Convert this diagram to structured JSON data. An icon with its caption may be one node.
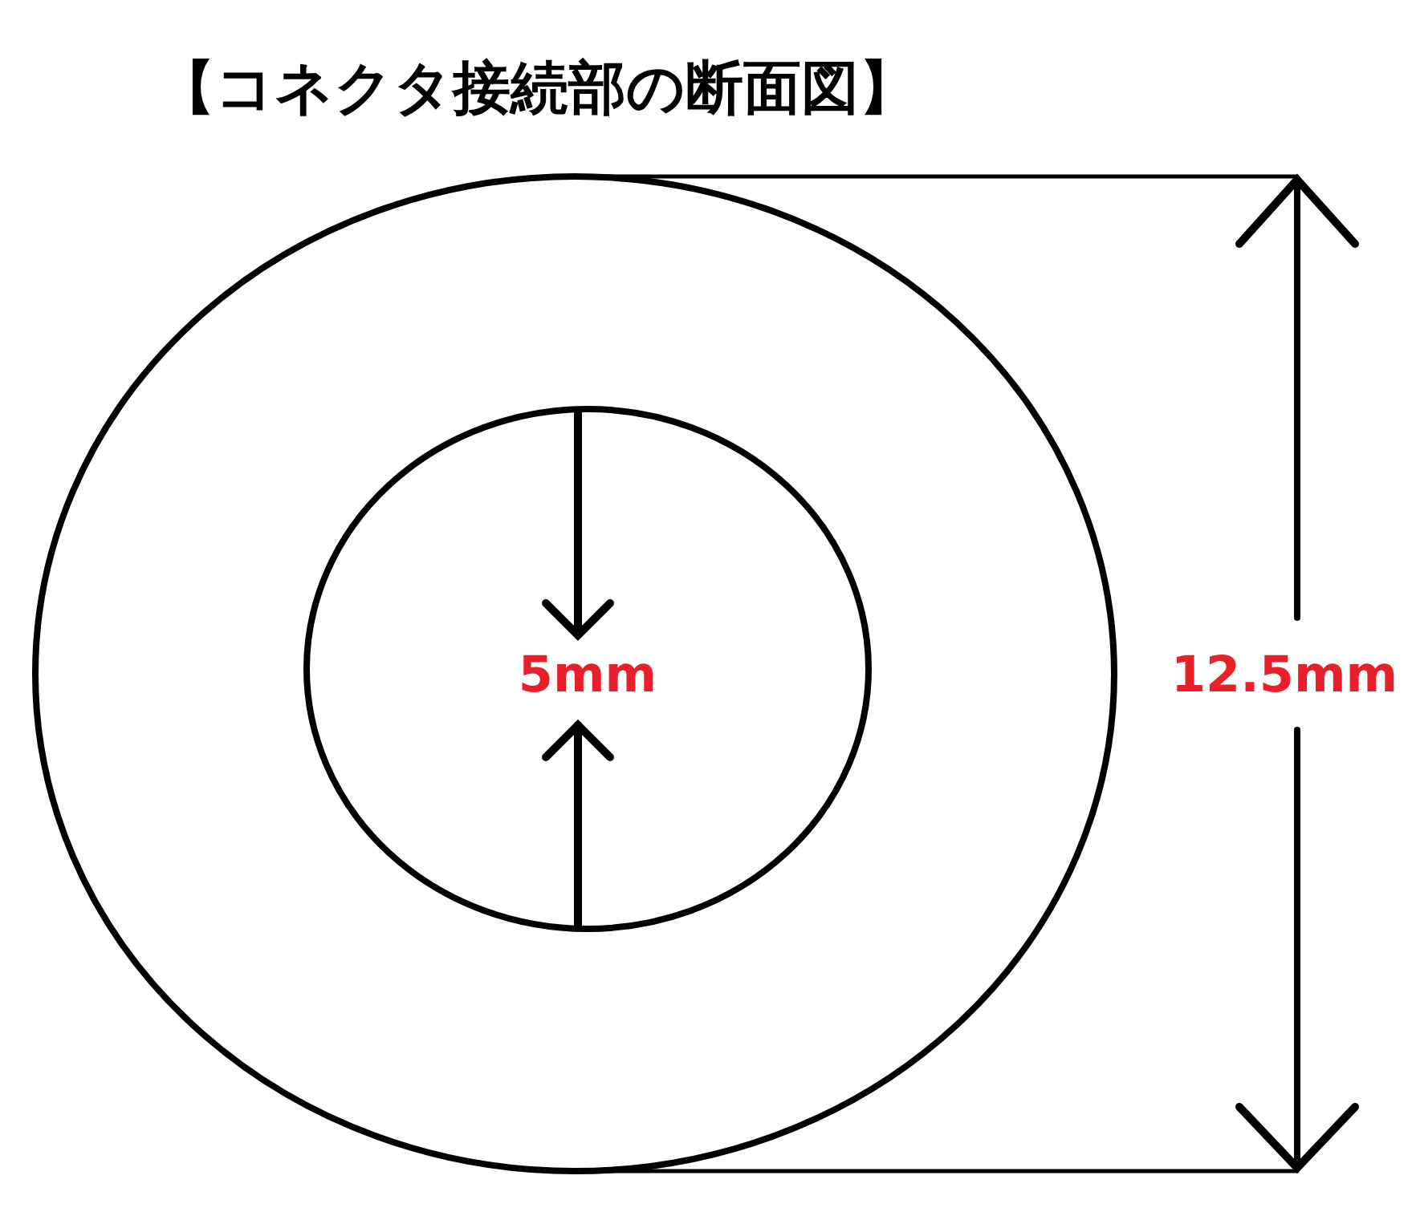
{
  "diagram": {
    "title": "【コネクタ接続部の断面図】",
    "labels": [
      "5mm",
      "12.5mm"
    ]
  }
}
